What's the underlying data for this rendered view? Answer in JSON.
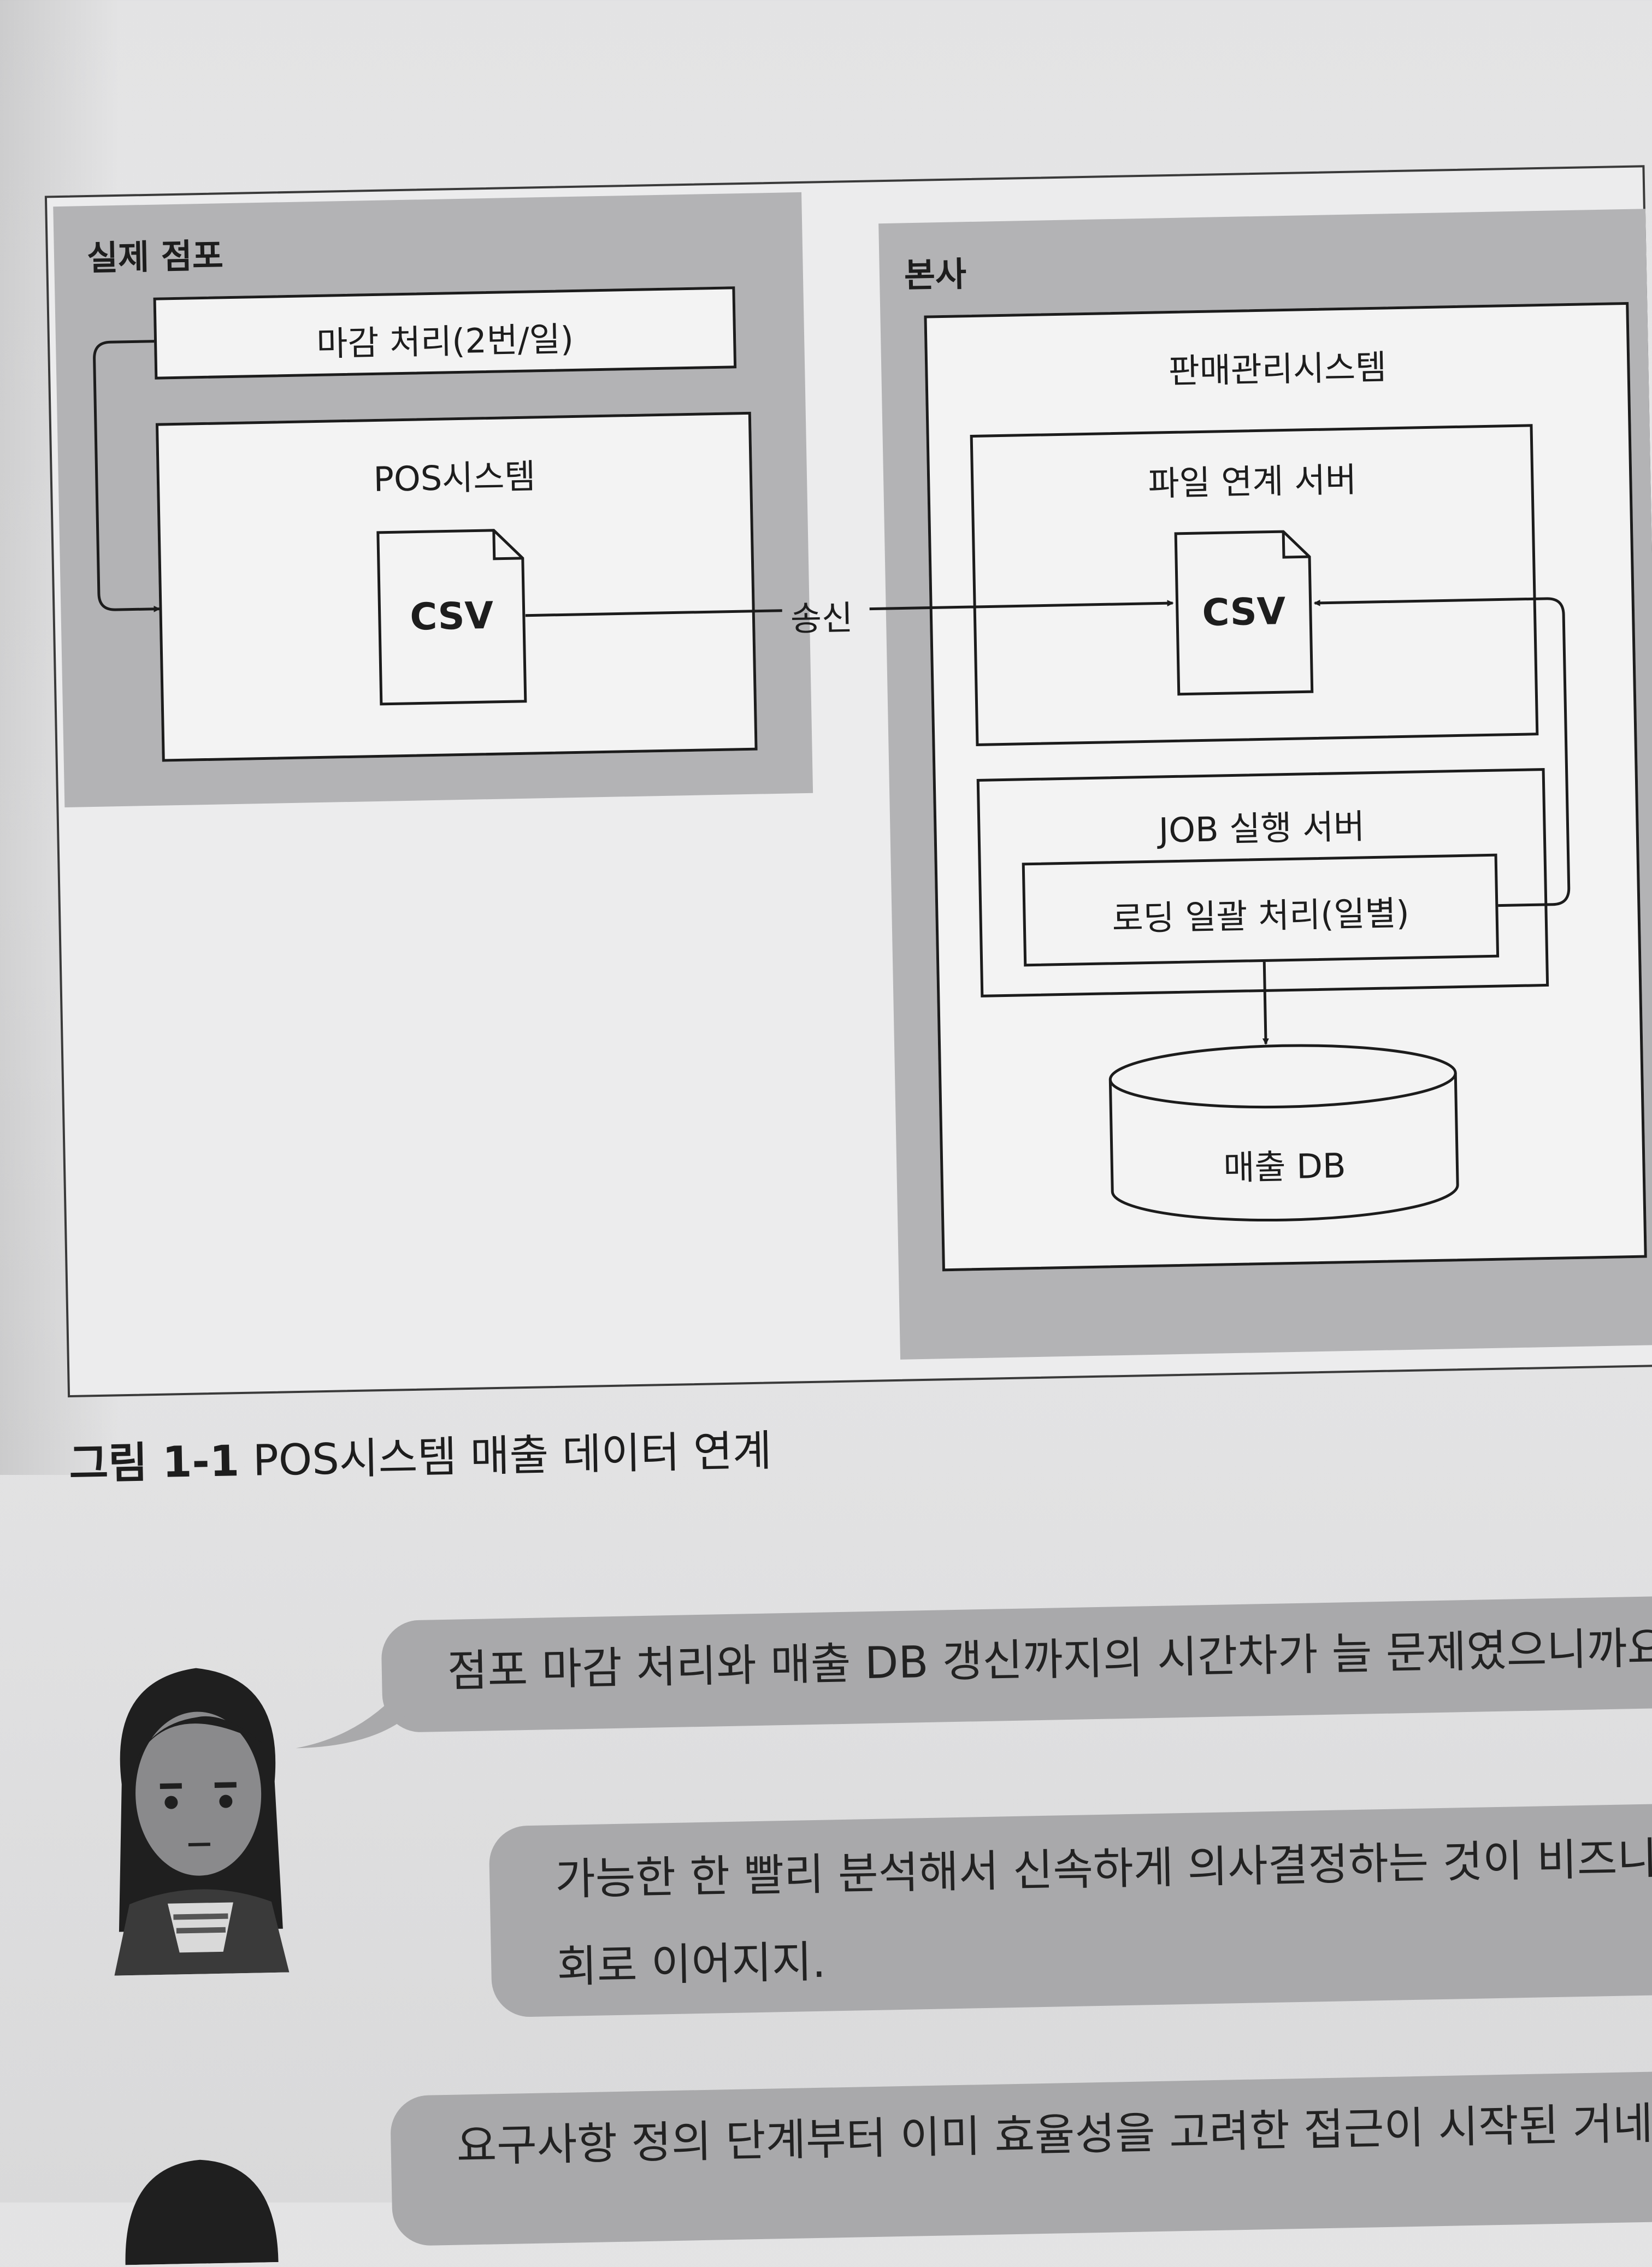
{
  "diagram": {
    "store_region": "실제 점포",
    "closing_process": "마감 처리(2번/일)",
    "pos_system": "POS시스템",
    "csv_label": "CSV",
    "send_label": "송신",
    "hq_region": "본사",
    "sales_system": "판매관리시스템",
    "file_server": "파일 연계 서버",
    "job_server": "JOB 실행 서버",
    "loading_batch": "로딩 일괄 처리(일별)",
    "sales_db": "매출 DB"
  },
  "caption": {
    "number": "그림 1-1",
    "text": "POS시스템 매출 데이터 연계"
  },
  "dialogue": [
    {
      "lines": [
        "점포 마감 처리와 매출 DB 갱신까지의 시간차가 늘 문제였으니까요."
      ]
    },
    {
      "lines": [
        "가능한 한 빨리 분석해서 신속하게 의사결정하는 것이 비즈니스 ",
        "회로 이어지지."
      ]
    },
    {
      "lines": [
        "요구사항 정의 단계부터 이미 효율성을 고려한 접근이 시작된 거네요"
      ]
    }
  ]
}
